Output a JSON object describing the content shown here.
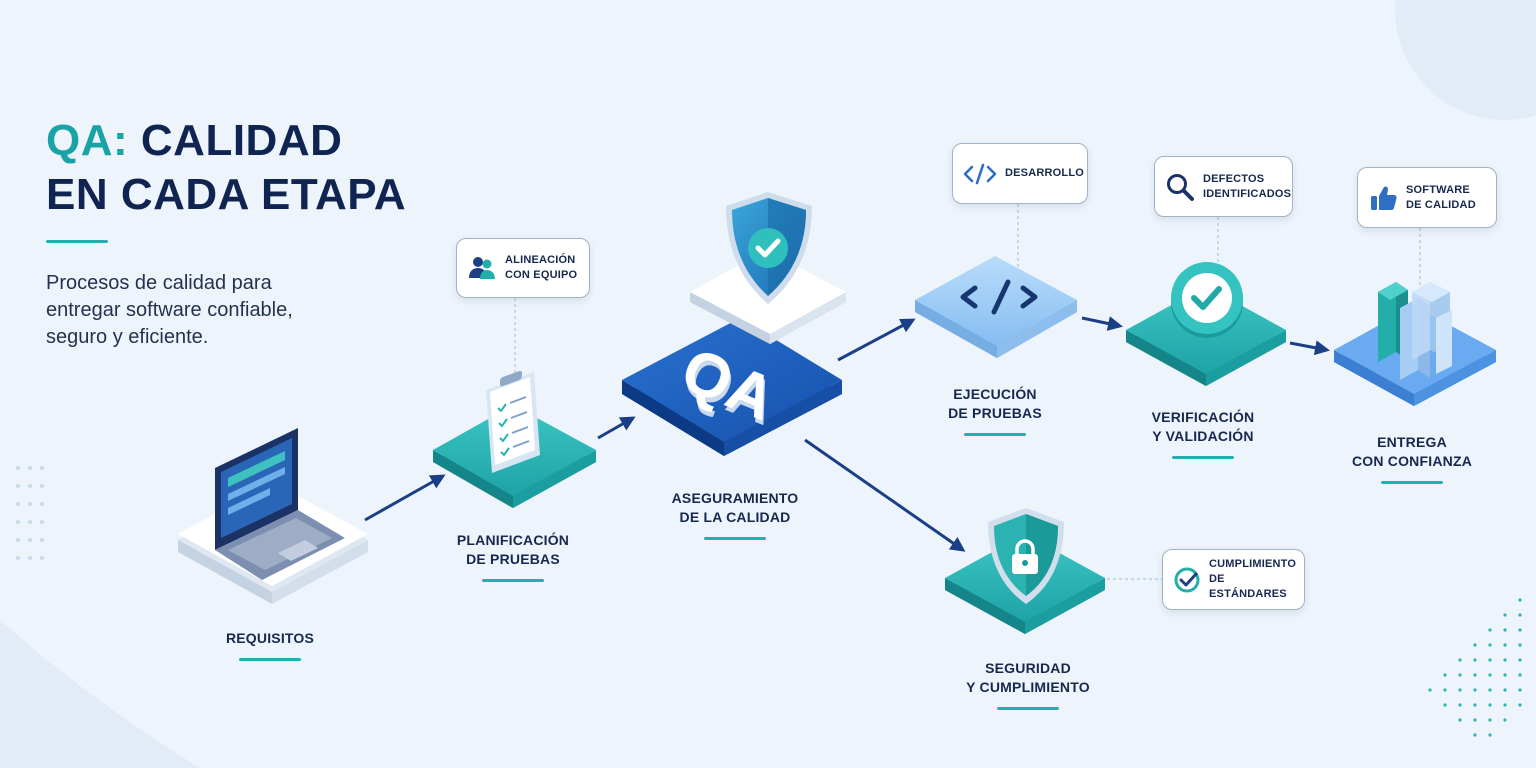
{
  "header": {
    "title_accent": "QA:",
    "title_line1_rest": "CALIDAD",
    "title_line2": "EN CADA ETAPA",
    "subtitle": "Procesos de calidad para entregar software confiable, seguro y eficiente."
  },
  "stages": {
    "requisitos": {
      "line1": "REQUISITOS",
      "line2": ""
    },
    "planificacion": {
      "line1": "PLANIFICACIÓN",
      "line2": "DE PRUEBAS"
    },
    "aseguramiento": {
      "line1": "ASEGURAMIENTO",
      "line2": "DE LA CALIDAD"
    },
    "ejecucion": {
      "line1": "EJECUCIÓN",
      "line2": "DE PRUEBAS"
    },
    "verificacion": {
      "line1": "VERIFICACIÓN",
      "line2": "Y VALIDACIÓN"
    },
    "entrega": {
      "line1": "ENTREGA",
      "line2": "CON CONFIANZA"
    },
    "seguridad": {
      "line1": "SEGURIDAD",
      "line2": "Y CUMPLIMIENTO"
    }
  },
  "qa_block_text": "QA",
  "callouts": {
    "alineacion": {
      "line1": "ALINEACIÓN",
      "line2": "CON EQUIPO",
      "icon": "team-icon"
    },
    "desarrollo": {
      "line1": "DESARROLLO",
      "line2": "",
      "icon": "code-icon"
    },
    "defectos": {
      "line1": "DEFECTOS",
      "line2": "IDENTIFICADOS",
      "icon": "magnifier-icon"
    },
    "software": {
      "line1": "SOFTWARE",
      "line2": "DE CALIDAD",
      "icon": "thumbs-up-icon"
    },
    "cumplimiento": {
      "line1": "CUMPLIMIENTO",
      "line2": "DE ESTÁNDARES",
      "icon": "check-circle-icon"
    }
  },
  "colors": {
    "navy": "#0f2451",
    "teal": "#1aa3a6",
    "blue": "#1c5fbf",
    "light_blue": "#8fc3f2",
    "arrow": "#1b3f86"
  }
}
